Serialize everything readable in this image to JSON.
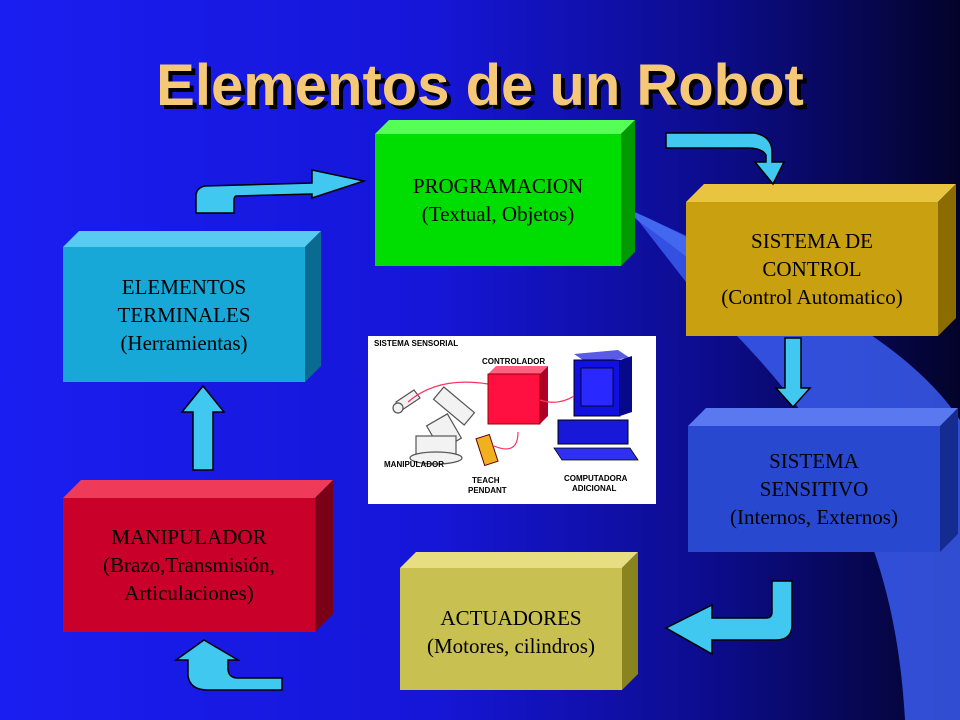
{
  "slide": {
    "title": "Elementos de un Robot",
    "colors": {
      "title": "#f5c878",
      "programacion": "#00dd00",
      "control": "#c8a010",
      "sensitivo": "#2848d0",
      "actuadores": "#c8c050",
      "manipulador": "#c8002a",
      "terminales": "#18a8d8",
      "arrow": "#40c8f0"
    }
  },
  "boxes": {
    "programacion": {
      "line1": "PROGRAMACION",
      "line2": "(Textual, Objetos)"
    },
    "control": {
      "line1": "SISTEMA DE",
      "line2": "CONTROL",
      "line3": "(Control Automatico)"
    },
    "sensitivo": {
      "line1": "SISTEMA",
      "line2": "SENSITIVO",
      "line3": "(Internos, Externos)"
    },
    "actuadores": {
      "line1": "ACTUADORES",
      "line2": "(Motores, cilindros)"
    },
    "manipulador": {
      "line1": "MANIPULADOR",
      "line2": "(Brazo,Transmisión,",
      "line3": "Articulaciones)"
    },
    "terminales": {
      "line1": "ELEMENTOS",
      "line2": "TERMINALES",
      "line3": "(Herramientas)"
    }
  },
  "photo": {
    "labels": {
      "sensorial": "SISTEMA SENSORIAL",
      "controlador": "CONTROLADOR",
      "manipulador": "MANIPULADOR",
      "teach": "TEACH",
      "pendant": "PENDANT",
      "computadora": "COMPUTADORA",
      "adicional": "ADICIONAL"
    }
  }
}
